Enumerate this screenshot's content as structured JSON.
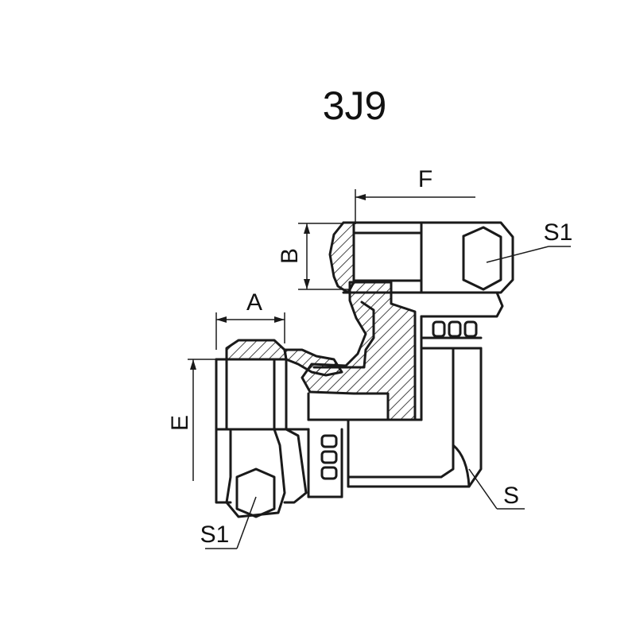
{
  "title": "3J9",
  "dimensions": {
    "a": "A",
    "b": "B",
    "e": "E",
    "f": "F",
    "s": "S",
    "s1_top": "S1",
    "s1_bottom": "S1"
  },
  "colors": {
    "line": "#1a1a1a",
    "background": "#ffffff"
  }
}
